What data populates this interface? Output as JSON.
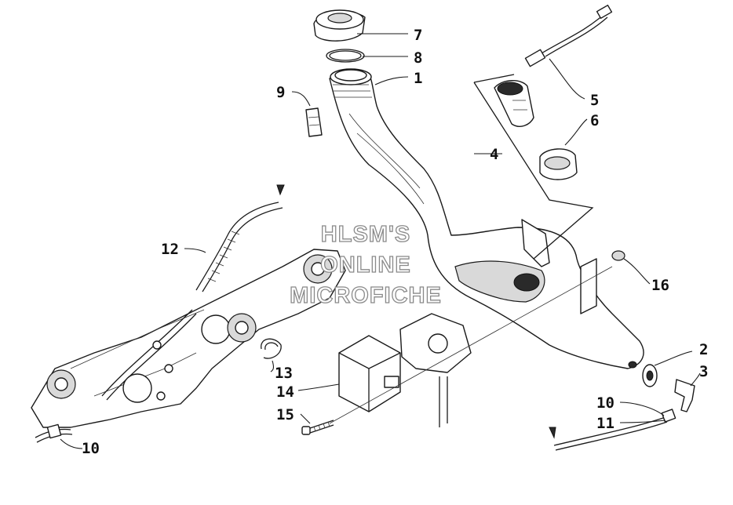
{
  "watermark": {
    "line1": "HLSM'S",
    "line2": "ONLINE",
    "line3": "MICROFICHE"
  },
  "callouts": [
    {
      "id": "c7",
      "label": "7"
    },
    {
      "id": "c8",
      "label": "8"
    },
    {
      "id": "c1",
      "label": "1"
    },
    {
      "id": "c9",
      "label": "9"
    },
    {
      "id": "c5",
      "label": "5"
    },
    {
      "id": "c6",
      "label": "6"
    },
    {
      "id": "c4",
      "label": "4"
    },
    {
      "id": "c12",
      "label": "12"
    },
    {
      "id": "c16",
      "label": "16"
    },
    {
      "id": "c2",
      "label": "2"
    },
    {
      "id": "c3",
      "label": "3"
    },
    {
      "id": "c13",
      "label": "13"
    },
    {
      "id": "c14",
      "label": "14"
    },
    {
      "id": "c15",
      "label": "15"
    },
    {
      "id": "c10a",
      "label": "10"
    },
    {
      "id": "c11",
      "label": "11"
    },
    {
      "id": "c10b",
      "label": "10"
    }
  ]
}
